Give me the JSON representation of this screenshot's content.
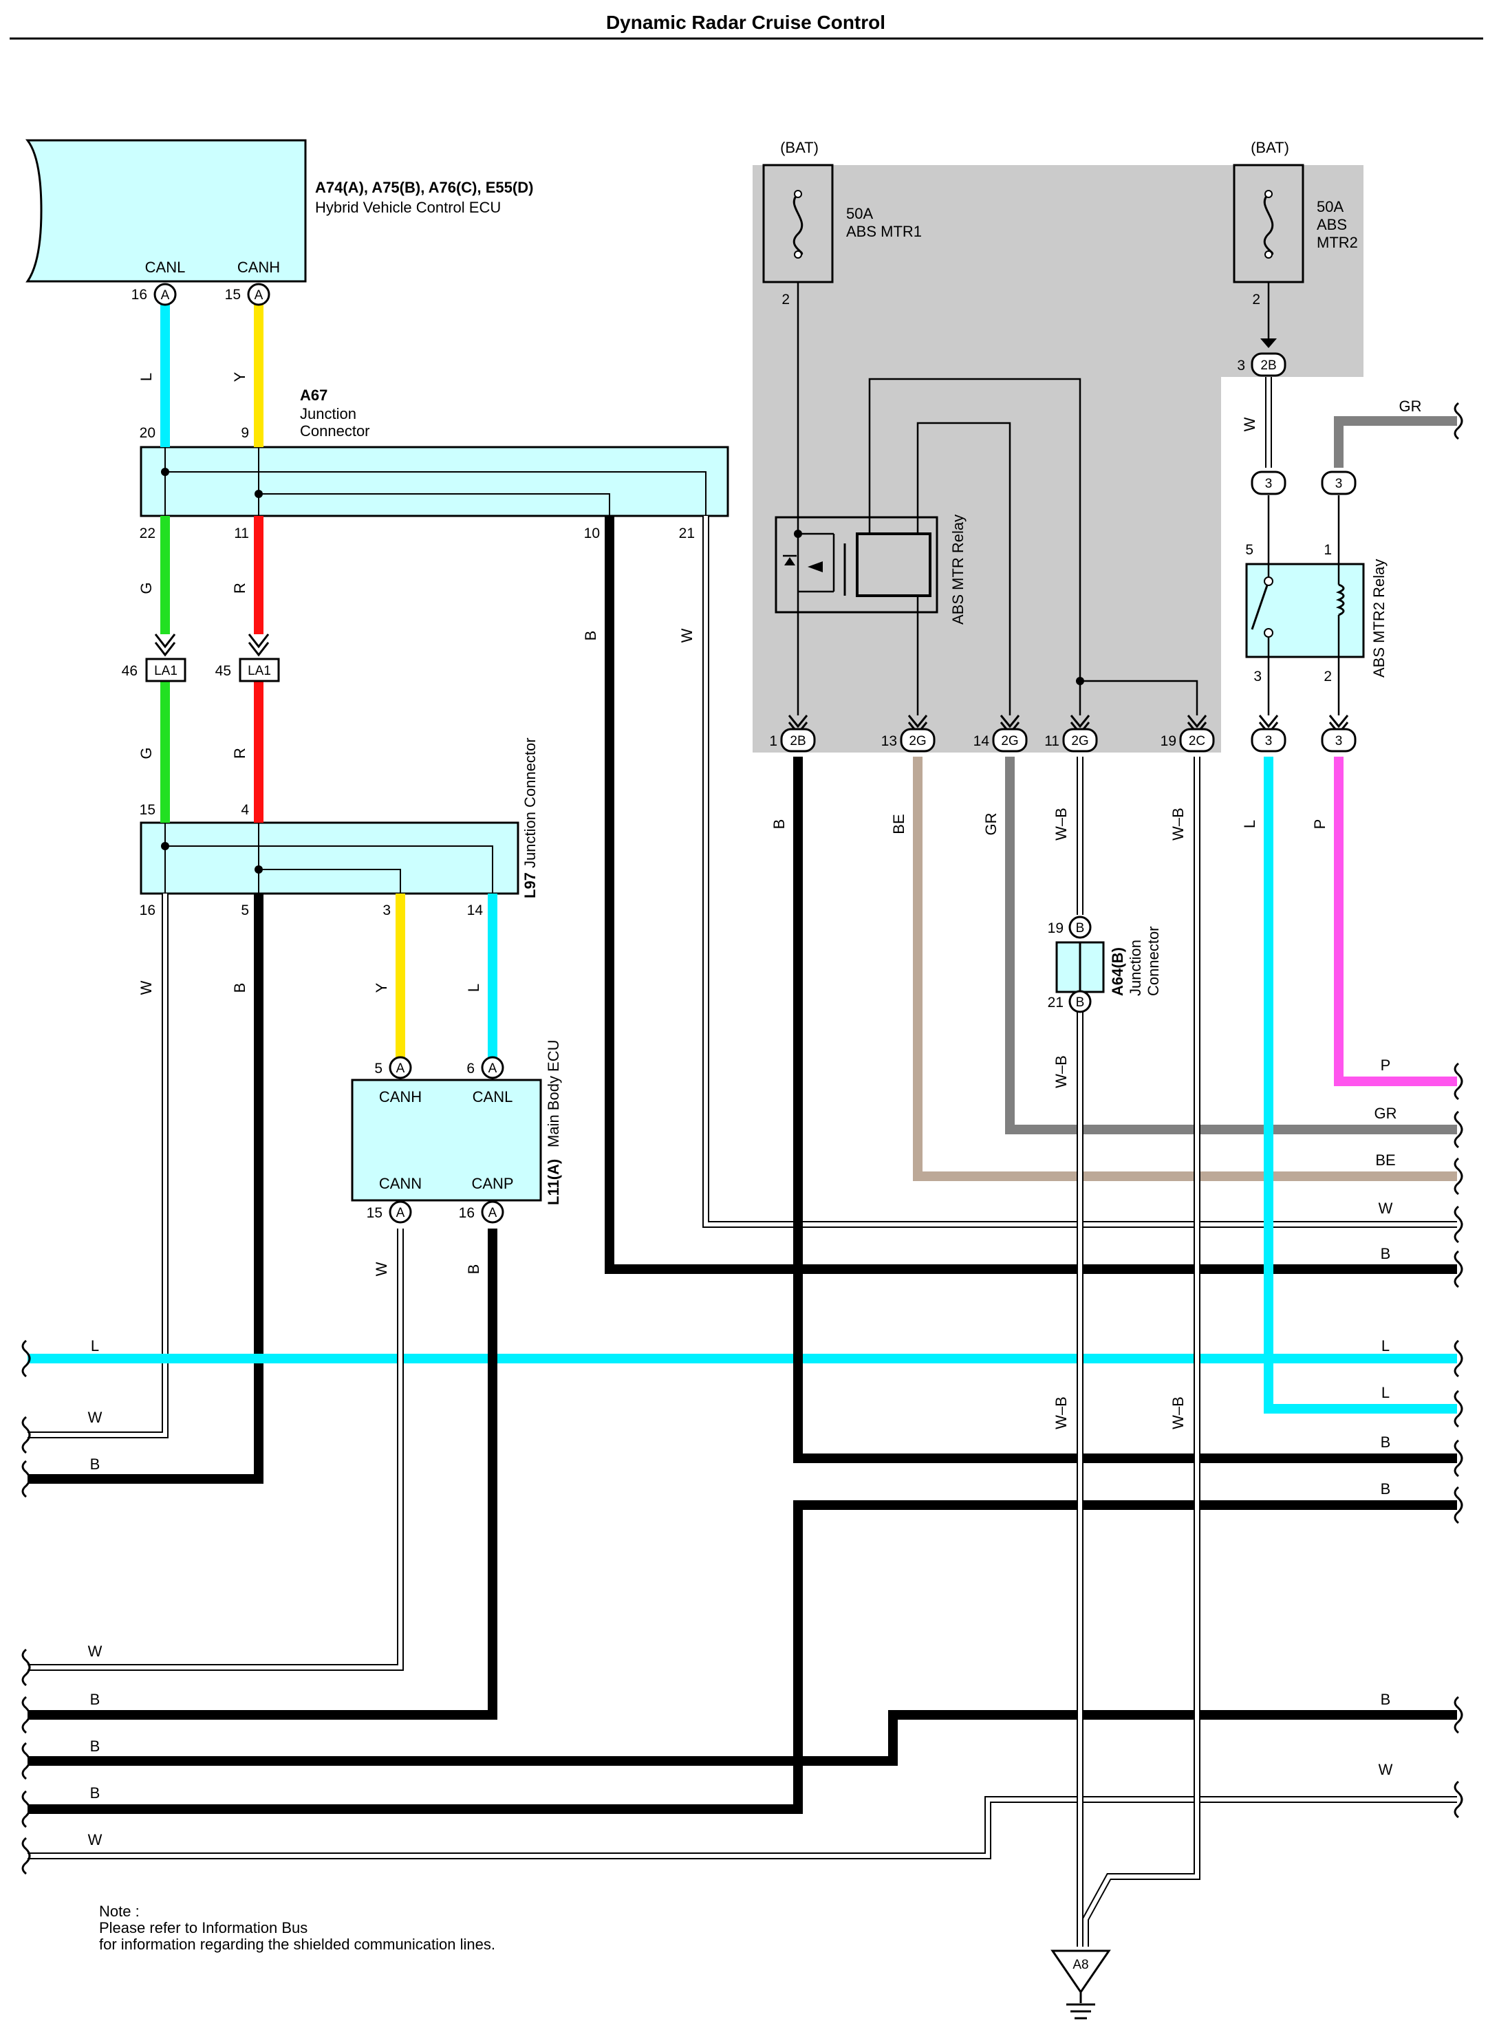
{
  "title": "Dynamic Radar Cruise Control",
  "ecu_hv": {
    "code": "A74(A), A75(B), A76(C), E55(D)",
    "name": "Hybrid Vehicle Control ECU",
    "pin_l_name": "CANL",
    "pin_h_name": "CANH",
    "pin_l_no": "16",
    "pin_h_no": "15",
    "conn": "A"
  },
  "jc_a67": {
    "code": "A67",
    "name1": "Junction",
    "name2": "Connector",
    "top_l": "20",
    "top_h": "9",
    "bot_22": "22",
    "bot_11": "11",
    "bot_10": "10",
    "bot_21": "21"
  },
  "la1": {
    "label": "LA1",
    "pin_g": "46",
    "pin_r": "45"
  },
  "jc_l97": {
    "code": "L97",
    "name": "Junction Connector",
    "top_g": "15",
    "top_r": "4",
    "bot_16": "16",
    "bot_5": "5",
    "bot_3": "3",
    "bot_14": "14"
  },
  "ecu_body": {
    "code": "L11(A)",
    "name": "Main Body ECU",
    "canh": "CANH",
    "canl": "CANL",
    "cann": "CANN",
    "canp": "CANP",
    "pin_canh": "5",
    "pin_canl": "6",
    "pin_cann": "15",
    "pin_canp": "16",
    "conn": "A"
  },
  "fuse1": {
    "bat": "(BAT)",
    "amp": "50A",
    "name": "ABS MTR1",
    "pin": "2"
  },
  "fuse2": {
    "bat": "(BAT)",
    "amp": "50A",
    "name1": "ABS",
    "name2": "MTR2",
    "pin": "2"
  },
  "relay1": {
    "name": "ABS MTR Relay"
  },
  "relay2": {
    "name": "ABS MTR2 Relay",
    "p5": "5",
    "p1": "1",
    "p3": "3",
    "p2": "2"
  },
  "jb_2b_top": {
    "label": "2B",
    "pin": "3"
  },
  "box_3": "3",
  "box_conn": [
    {
      "pin": "1",
      "label": "2B"
    },
    {
      "pin": "13",
      "label": "2G"
    },
    {
      "pin": "14",
      "label": "2G"
    },
    {
      "pin": "11",
      "label": "2G"
    },
    {
      "pin": "19",
      "label": "2C"
    },
    {
      "pin": "",
      "label": "3"
    },
    {
      "pin": "",
      "label": "3"
    }
  ],
  "jc_a64": {
    "code": "A64(B)",
    "name1": "Junction",
    "name2": "Connector",
    "top": "19",
    "bot": "21",
    "conn": "B"
  },
  "ground": "A8",
  "wire_labels": {
    "L": "L",
    "Y": "Y",
    "G": "G",
    "R": "R",
    "B": "B",
    "W": "W",
    "BE": "BE",
    "GR": "GR",
    "WB": "W–B",
    "P": "P"
  },
  "note": {
    "l1": "Note :",
    "l2": "Please refer to Information Bus",
    "l3": "for information regarding the shielded communication lines."
  },
  "colors": {
    "L": "#00f0ff",
    "Y": "#ffe600",
    "G": "#22e022",
    "R": "#ff1010",
    "B": "#000000",
    "W": "#ffffff",
    "BE": "#bca897",
    "GR": "#808080",
    "P": "#ff55ee",
    "module": "#ccffff",
    "shade": "#cbcbcb"
  }
}
